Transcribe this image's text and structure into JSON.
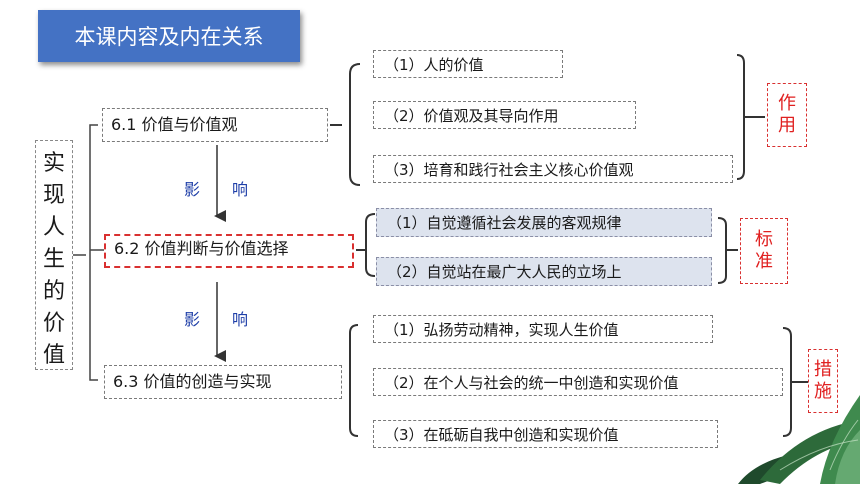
{
  "title": "本课内容及内在关系",
  "root": [
    "实",
    "现",
    "人",
    "生",
    "的",
    "价",
    "值"
  ],
  "modules": [
    {
      "label": "6.1 价值与价值观"
    },
    {
      "label": "6.2 价值判断与价值选择"
    },
    {
      "label": "6.3 价值的创造与实现"
    }
  ],
  "influence": [
    {
      "char1": "影",
      "char2": "响"
    },
    {
      "char1": "影",
      "char2": "响"
    }
  ],
  "group1": {
    "items": [
      "（1）人的价值",
      "（2）价值观及其导向作用",
      "（3）培育和践行社会主义核心价值观"
    ],
    "tag": [
      "作",
      "用"
    ]
  },
  "group2": {
    "items": [
      "（1）自觉遵循社会发展的客观规律",
      "（2）自觉站在最广大人民的立场上"
    ],
    "tag": [
      "标",
      "准"
    ]
  },
  "group3": {
    "items": [
      "（1）弘扬劳动精神，实现人生价值",
      "（2）在个人与社会的统一中创造和实现价值",
      "（3）在砥砺自我中创造和实现价值"
    ],
    "tag": [
      "措",
      "施"
    ]
  },
  "colors": {
    "title_bg": "#4472c4",
    "tag_red": "#e02020",
    "influence_blue": "#1f3fa8",
    "shade": "#dde3ee"
  }
}
